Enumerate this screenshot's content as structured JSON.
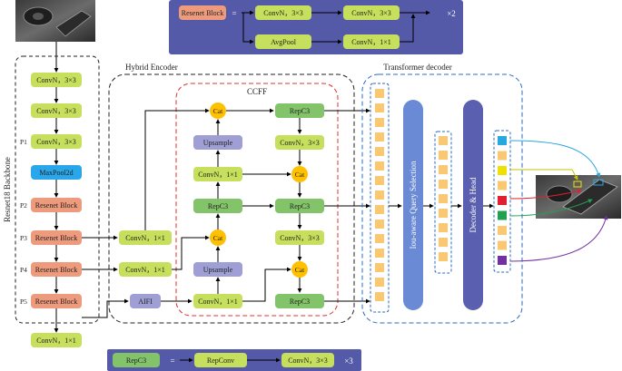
{
  "legend_top": {
    "block": "Resenet Block",
    "equals": "=",
    "conv_a": "ConvN，3×3",
    "conv_b": "ConvN，3×3",
    "avgpool": "AvgPool",
    "conv_c": "ConvN，1×1",
    "repeat": "×2"
  },
  "backbone": {
    "title": "Resnet18 Backbone",
    "conv1": "ConvN，3×3",
    "conv2": "ConvN，3×3",
    "conv3": "ConvN，3×3",
    "maxpool": "MaxPool2d",
    "blocks": [
      "Resenet Block",
      "Resenet Block",
      "Resenet Block",
      "Resenet Block"
    ],
    "stages": [
      "P1",
      "P2",
      "P3",
      "P4",
      "P5"
    ],
    "bottom_conv": "ConvN，1×1"
  },
  "encoder": {
    "title": "Hybrid Encoder",
    "ccff_title": "CCFF",
    "lateral_p3": "ConvN，1×1",
    "lateral_p4": "ConvN，1×1",
    "aifi": "AIFI",
    "cat": "Cat",
    "upsample": "Upsample",
    "inner_conv_a": "ConvN，1×1",
    "inner_conv_b": "ConvN，1×1",
    "inner_repc3": "RepC3",
    "right_repc3_top": "RepC3",
    "right_conv_a": "ConvN，3×3",
    "right_repc3_mid": "RepC3",
    "right_conv_b": "ConvN，3×3",
    "right_repc3_bot": "RepC3"
  },
  "decoder": {
    "title": "Transformer decoder",
    "query_selection": "Iou-aware Query Selection",
    "head": "Decoder & Head"
  },
  "legend_bottom": {
    "repc3": "RepC3",
    "equals": "=",
    "repconv": "RepConv",
    "conv": "ConvN，3×3",
    "repeat": "×3"
  },
  "colors": {
    "lime": "#c6df5c",
    "salmon": "#ee9a7c",
    "blue_pool": "#2aa7ea",
    "green_rep": "#83c46a",
    "lilac": "#9f9fd6",
    "cat": "#ffc000",
    "legend_bg": "#5459a8",
    "query_col": "#6a8ad6",
    "head_col": "#5b5fb0",
    "token": "#f9c870"
  },
  "output_token_colors": [
    "#29a8e0",
    "#f9c870",
    "#f0e000",
    "#f9c870",
    "#e02030",
    "#20a050",
    "#f9c870",
    "#f9c870",
    "#7030a0"
  ]
}
